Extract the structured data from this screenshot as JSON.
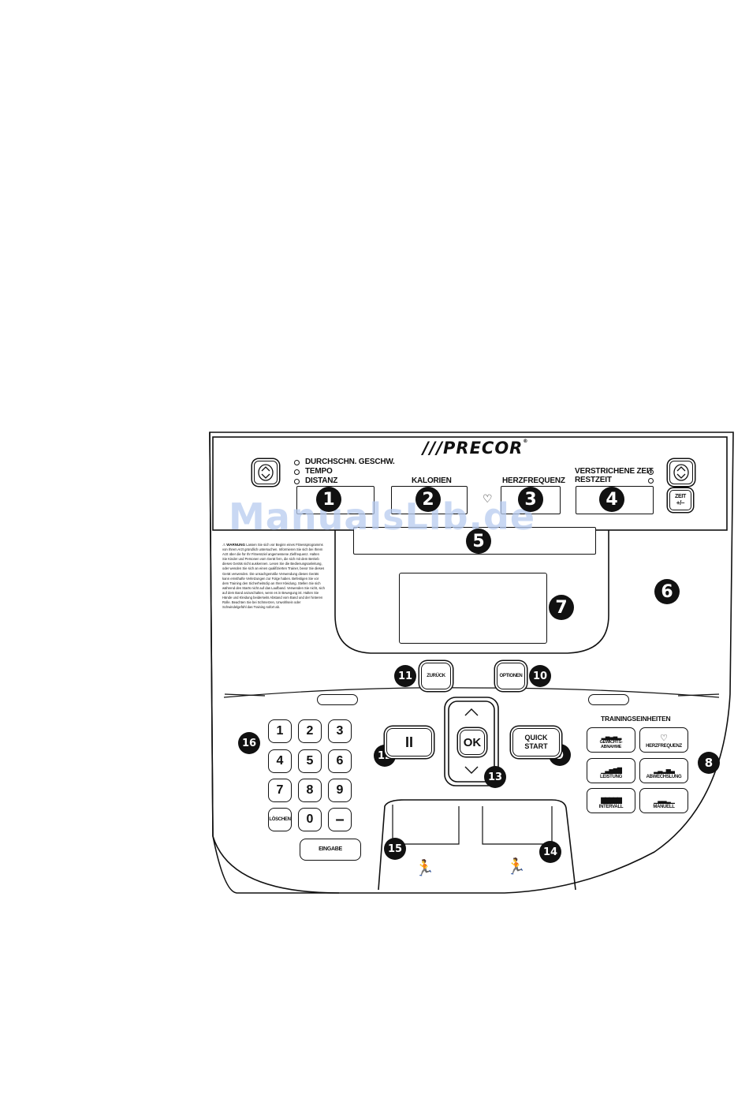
{
  "brand": {
    "logo": "///PRECOR",
    "registered": "®"
  },
  "watermark": "ManualsLib.de",
  "display_left": {
    "items": [
      "DURCHSCHN. GESCHW.",
      "TEMPO",
      "DISTANZ"
    ]
  },
  "display_labels": {
    "kalorien": "KALORIEN",
    "herzfrequenz": "HERZFREQUENZ",
    "verstrichene_zeit": "VERSTRICHENE ZEIT",
    "restzeit": "RESTZEIT"
  },
  "zeit_button": {
    "line1": "ZEIT",
    "line2": "+/–"
  },
  "callouts": [
    "1",
    "2",
    "3",
    "4",
    "5",
    "6",
    "7",
    "8",
    "9",
    "10",
    "11",
    "12",
    "13",
    "14",
    "15",
    "16"
  ],
  "warning": {
    "title": "⚠ WARNUNG",
    "text": "Lassen Sie sich vor Beginn eines Fitnessprogramms von Ihrem Arzt gründlich untersuchen. Informieren Sie sich bei Ihrem Arzt über die für Ihr Fitnessziel angemessene Zielfrequenz. Halten Sie Kinder und Personen vom Gerät fern, die sich mit dem Betrieb dieses Geräts nicht auskennen. Lesen Sie die Bedienungsanleitung, oder wenden Sie sich an einen qualifizierten Trainer, bevor Sie dieses Gerät verwenden. Die unsachgemäße Verwendung dieses Geräts kann ernsthafte Verletzungen zur Folge haben. Befestigen Sie vor dem Training den Sicherheitsclip an Ihrer Kleidung. Stellen Sie sich während des Starts nicht auf das Laufband. Verwenden Sie nicht, sich auf dem Band anzuschalten, wenn es in Bewegung ist. Halten Sie Hände und Kleidung beiderseits Abstand vom Band und der hinteren Rolle. Beachten Sie bei Schmerzen, Unwohlsein oder Schwindelgefühl das Training sofort ab."
  },
  "buttons": {
    "zurueck": "ZURÜCK",
    "optionen": "OPTIONEN",
    "pause": "II",
    "ok": "OK",
    "quick_start_1": "QUICK",
    "quick_start_2": "START",
    "loeschen": "LÖSCHEN",
    "eingabe": "EINGABE",
    "minus": "–"
  },
  "keypad": [
    "1",
    "2",
    "3",
    "4",
    "5",
    "6",
    "7",
    "8",
    "9",
    "0"
  ],
  "trainings": {
    "title": "TRAININGSEINHEITEN",
    "programs": [
      "GEWICHTS-ABNAHME",
      "HERZFREQUENZ",
      "LEISTUNG",
      "ABWECHSLUNG",
      "INTERVALL",
      "MANUELL"
    ]
  },
  "colors": {
    "line": "#111111",
    "watermark": "#b8ccef"
  }
}
